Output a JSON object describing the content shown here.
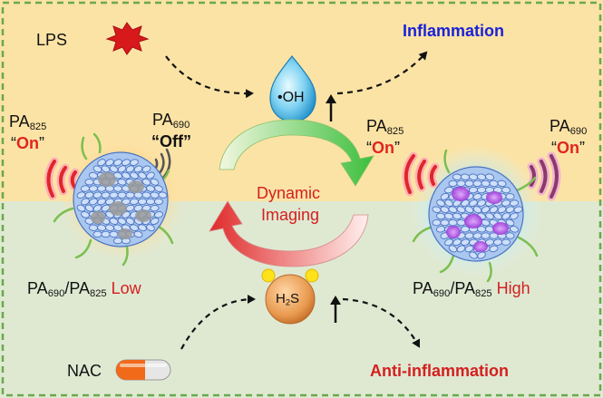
{
  "top": {
    "lps": "LPS",
    "inflammation": "Inflammation",
    "oh": "•OH"
  },
  "left_probe": {
    "pa825_base": "PA",
    "pa825_sub": "825",
    "pa825_state": "On",
    "pa690_base": "PA",
    "pa690_sub": "690",
    "pa690_state": "Off",
    "ratio_a": "PA",
    "ratio_a_sub": "690",
    "ratio_b": "/PA",
    "ratio_b_sub": "825",
    "ratio_level": "Low"
  },
  "right_probe": {
    "pa825_base": "PA",
    "pa825_sub": "825",
    "pa825_state": "On",
    "pa690_base": "PA",
    "pa690_sub": "690",
    "pa690_state": "On",
    "ratio_a": "PA",
    "ratio_a_sub": "690",
    "ratio_b": "/PA",
    "ratio_b_sub": "825",
    "ratio_level": "High"
  },
  "center": {
    "line1": "Dynamic",
    "line2": "Imaging"
  },
  "bottom": {
    "h2s_base": "H",
    "h2s_sub": "2",
    "h2s_tail": "S",
    "nac": "NAC",
    "anti_inflammation": "Anti-inflammation"
  },
  "colors": {
    "top_bg": "#fbe3a5",
    "bottom_bg": "#dfe9d2",
    "border": "#6aa84f",
    "accent_red": "#d42020",
    "accent_blue": "#1a22d8"
  }
}
